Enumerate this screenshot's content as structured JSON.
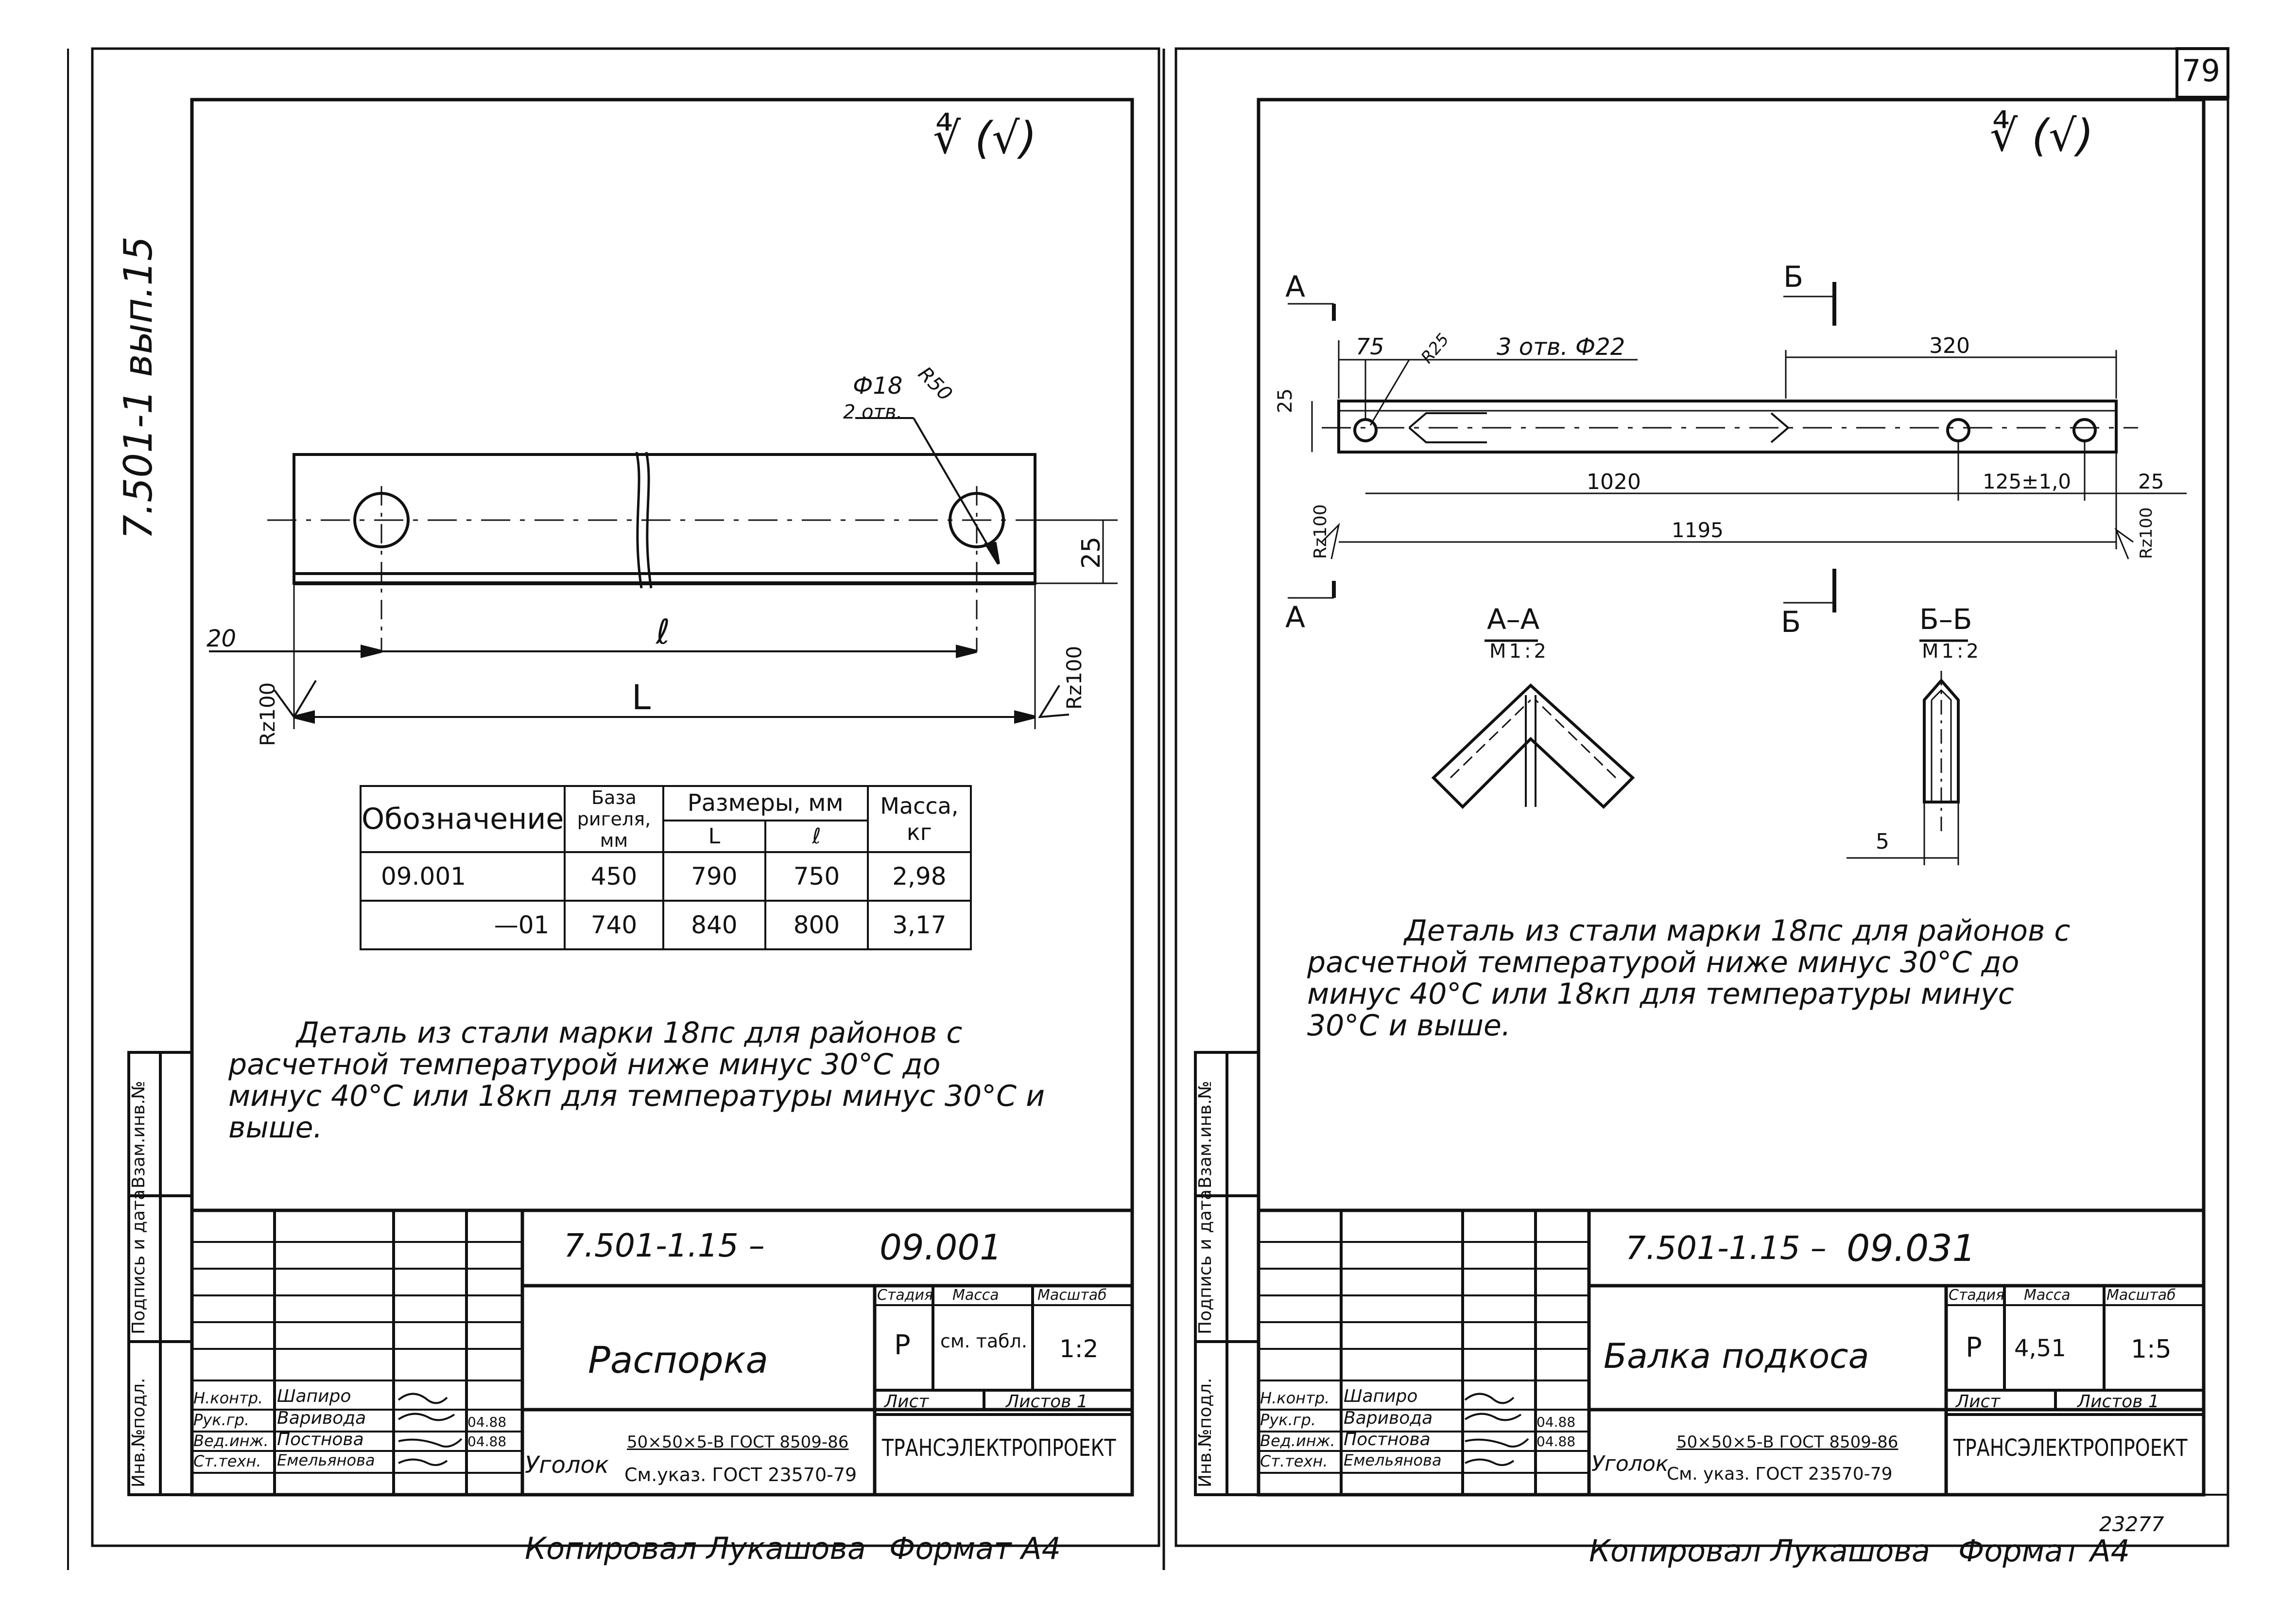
{
  "page_number": "79",
  "copy_note": {
    "copied_by": "Копировал Лукашова",
    "format_left": "Формат А4",
    "format_right": "Формат А4"
  },
  "archive_number": "23277",
  "left_sheet": {
    "series_margin": "7.501-1 вып.15",
    "roughness_mark": "∜ (√)",
    "hole_label": "Ф18",
    "hole_count": "2 отв.",
    "radius_label": "R50",
    "dim_25": "25",
    "dim_20": "20",
    "dim_l": "ℓ",
    "dim_L": "L",
    "rz_left": "Rz100",
    "rz_right": "Rz100",
    "table": {
      "h_designation": "Обозначение",
      "h_base": "База ригеля, мм",
      "h_sizes": "Размеры, мм",
      "h_L": "L",
      "h_l": "ℓ",
      "h_mass": "Масса, кг",
      "rows": [
        {
          "designation": "09.001",
          "base": "450",
          "L": "790",
          "l": "750",
          "mass": "2,98"
        },
        {
          "designation": "—01",
          "base": "740",
          "L": "840",
          "l": "800",
          "mass": "3,17"
        }
      ]
    },
    "note": [
      "Деталь из стали марки 18пс для районов с",
      "расчетной температурой ниже минус 30°С до",
      "минус 40°С или 18кп для температуры минус 30°С и",
      "выше."
    ],
    "title_block": {
      "code": "7.501-1.15 –",
      "number": "09.001",
      "name": "Распорка",
      "stage_h": "Стадия",
      "mass_h": "Масса",
      "scale_h": "Масштаб",
      "stage": "Р",
      "mass": "см. табл.",
      "scale": "1:2",
      "sheet_h": "Лист",
      "sheets_h": "Листов 1",
      "material_1": "Уголок",
      "material_2": "50×50×5-В ГОСТ 8509-86",
      "material_3": "См.указ. ГОСТ 23570-79",
      "org": "ТРАНСЭЛЕКТРОПРОЕКТ",
      "people": [
        {
          "role": "Н.контр.",
          "name": "Шапиро",
          "date": ""
        },
        {
          "role": "Рук.гр.",
          "name": "Варивода",
          "date": "04.88"
        },
        {
          "role": "Вед.инж.",
          "name": "Постнова",
          "date": "04.88"
        },
        {
          "role": "Ст.техн.",
          "name": "Емельянова",
          "date": ""
        }
      ]
    },
    "side_labels": [
      "Инв.№подл.",
      "Подпись и дата",
      "Взам.инв.№"
    ]
  },
  "right_sheet": {
    "roughness_mark": "∜ (√)",
    "section_A": "А",
    "section_B": "Б",
    "dim_75": "75",
    "rz_small": "R25",
    "holes_label": "3 отв. Ф22",
    "dim_320": "320",
    "dim_25a": "25",
    "dim_1020": "1020",
    "dim_125": "125±1,0",
    "dim_25b": "25",
    "dim_1195": "1195",
    "rz_left": "Rz100",
    "rz_right": "Rz100",
    "section_AA": "А–А",
    "section_AA_scale": "М1:2",
    "section_BB": "Б–Б",
    "section_BB_scale": "М1:2",
    "dim_5": "5",
    "note": [
      "Деталь из стали марки 18пс для районов с",
      "расчетной температурой ниже минус 30°С до",
      "минус 40°С или 18кп для температуры минус",
      "30°С и выше."
    ],
    "title_block": {
      "code": "7.501-1.15 –",
      "number": "09.031",
      "name": "Балка подкоса",
      "stage_h": "Стадия",
      "mass_h": "Масса",
      "scale_h": "Масштаб",
      "stage": "Р",
      "mass": "4,51",
      "scale": "1:5",
      "sheet_h": "Лист",
      "sheets_h": "Листов 1",
      "material_1": "Уголок",
      "material_2": "50×50×5-В ГОСТ 8509-86",
      "material_3": "См. указ. ГОСТ 23570-79",
      "org": "ТРАНСЭЛЕКТРОПРОЕКТ",
      "people": [
        {
          "role": "Н.контр.",
          "name": "Шапиро",
          "date": ""
        },
        {
          "role": "Рук.гр.",
          "name": "Варивода",
          "date": "04.88"
        },
        {
          "role": "Вед.инж.",
          "name": "Постнова",
          "date": "04.88"
        },
        {
          "role": "Ст.техн.",
          "name": "Емельянова",
          "date": ""
        }
      ]
    },
    "side_labels": [
      "Инв.№подл.",
      "Подпись и дата",
      "Взам.инв.№"
    ]
  }
}
